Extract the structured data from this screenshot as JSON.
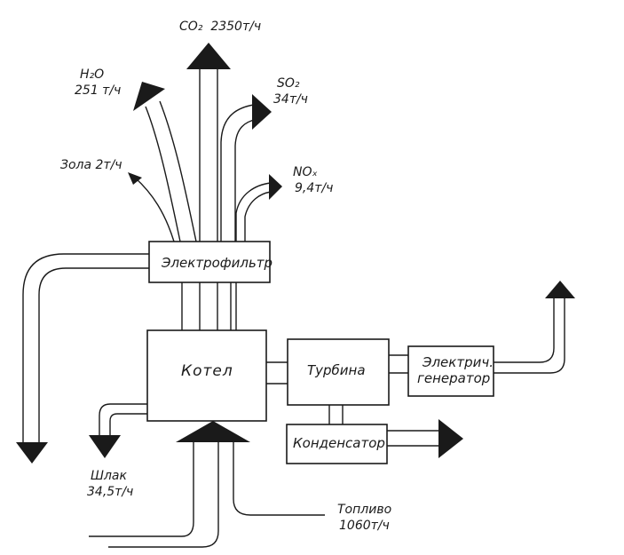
{
  "emissions": {
    "co2": {
      "formula": "CO₂",
      "amount": "2350т/ч"
    },
    "h2o": {
      "formula": "H₂O",
      "amount": "251 т/ч"
    },
    "so2": {
      "formula": "SO₂",
      "amount": "34т/ч"
    },
    "ash": {
      "label": "Зола 2т/ч"
    },
    "nox": {
      "formula": "NOₓ",
      "amount": "9,4т/ч"
    }
  },
  "blocks": {
    "filter": "Электрофильтр",
    "boiler": "Котел",
    "turbine": "Турбина",
    "generator_line1": "Электрич.",
    "generator_line2": "генератор",
    "condenser": "Конденсатор"
  },
  "inputs_outputs": {
    "slag_label": "Шлак",
    "slag_amount": "34,5т/ч",
    "fuel_label": "Топливо",
    "fuel_amount": "1060т/ч"
  }
}
